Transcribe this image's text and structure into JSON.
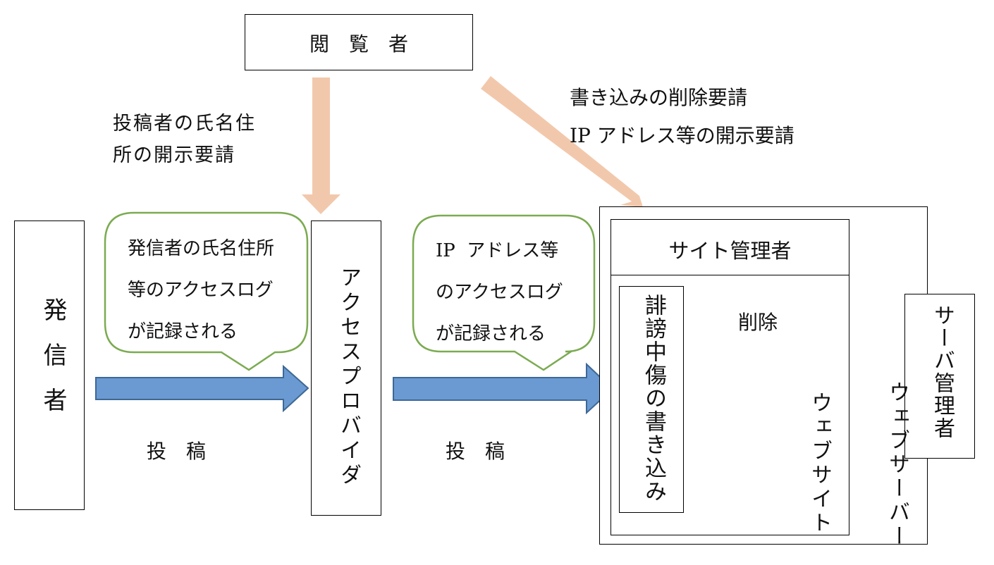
{
  "viewer": {
    "label": "閲　覧　者"
  },
  "sender": {
    "label": "発信者"
  },
  "provider": {
    "label": "アクセスプロバイダ"
  },
  "site_admin": {
    "label": "サイト管理者"
  },
  "server_admin": {
    "label": "サーバ管理者"
  },
  "post": {
    "label": "誹謗中傷の書き込み"
  },
  "website": {
    "label": "ウェブサイト"
  },
  "webserver": {
    "label": "ウェブサーバー"
  },
  "request_name": {
    "text": "投稿者の氏名住\n所の開示要請"
  },
  "request_delete": {
    "line1": "書き込みの削除要請",
    "line2": "IP アドレス等の開示要請"
  },
  "bubble_provider": {
    "text": "発信者の氏名住所\n等のアクセスログ\nが記録される"
  },
  "bubble_site": {
    "text": "IP  アドレス等\nのアクセスログ\nが記録される"
  },
  "post_label_1": {
    "text": "投　稿"
  },
  "post_label_2": {
    "text": "投　稿"
  },
  "delete_label": {
    "text": "削除"
  },
  "colors": {
    "request_arrow": "#f2c8ac",
    "post_arrow": "#6a9ad1",
    "post_arrow_stroke": "#3e6896",
    "bubble_border": "#7bab51"
  }
}
